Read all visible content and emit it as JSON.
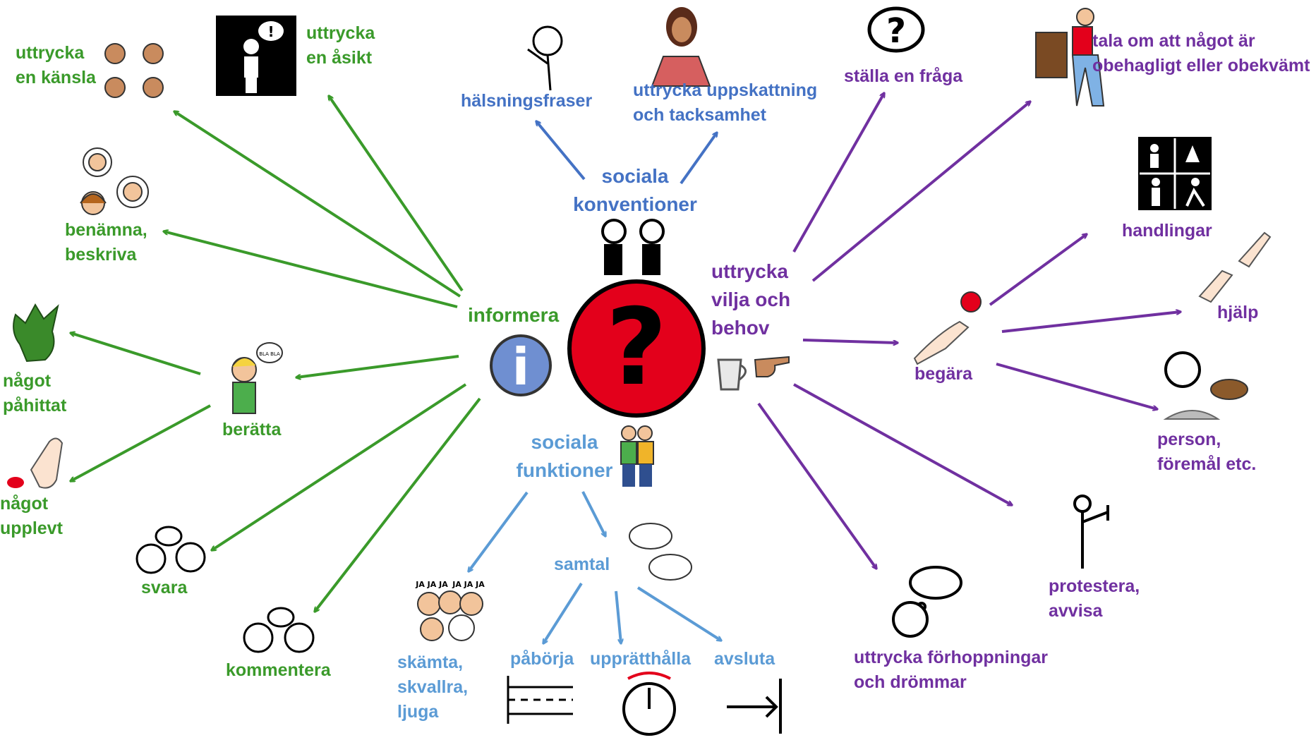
{
  "colors": {
    "green": "#3a9a2a",
    "blue": "#4472c4",
    "light_blue": "#5b9bd5",
    "purple": "#7030a0",
    "red": "#e3001b",
    "info_blue": "#6f8fd1"
  },
  "icons": [
    "question-mark-icon",
    "info-icon",
    "conversation-icon",
    "friends-icon",
    "cup-icon",
    "pointing-hand-icon",
    "hand-ball-icon",
    "emotion-faces-icon",
    "opinion-icon",
    "naming-icon",
    "dragon-icon",
    "storyteller-icon",
    "finger-press-icon",
    "answer-icon",
    "comment-icon",
    "greeting-icon",
    "thanks-icon",
    "question-bubble-icon",
    "uncomfortable-icon",
    "actions-icon",
    "help-hands-icon",
    "person-objects-icon",
    "protest-icon",
    "dream-icon",
    "laughing-kids-icon",
    "speech-bubbles-icon",
    "start-line-icon",
    "stopwatch-icon",
    "end-arrow-icon"
  ],
  "labels": {
    "informera": "informera",
    "sociala_konventioner": [
      "sociala",
      "konventioner"
    ],
    "sociala_funktioner": [
      "sociala",
      "funktioner"
    ],
    "uttrycka_vilja": [
      "uttrycka",
      "vilja och",
      "behov"
    ],
    "uttrycka_kansla": [
      "uttrycka",
      "en känsla"
    ],
    "uttrycka_asikt": [
      "uttrycka",
      "en åsikt"
    ],
    "benamna": [
      "benämna,",
      "beskriva"
    ],
    "berätta": "berätta",
    "nagot_pahittat": [
      "något",
      "påhittat"
    ],
    "nagot_upplevt": [
      "något",
      "upplevt"
    ],
    "svara": "svara",
    "kommentera": "kommentera",
    "halsningsfraser": "hälsningsfraser",
    "uppskattning": [
      "uttrycka uppskattning",
      "och tacksamhet"
    ],
    "stalla_fraga": "ställa en fråga",
    "obehagligt": [
      "tala om att något är",
      "obehagligt eller obekvämt"
    ],
    "handlingar": "handlingar",
    "begara": "begära",
    "hjalp": "hjälp",
    "person": [
      "person,",
      "föremål etc."
    ],
    "protestera": [
      "protestera,",
      "avvisa"
    ],
    "forhoppningar": [
      "uttrycka förhoppningar",
      "och drömmar"
    ],
    "samtal": "samtal",
    "skamta": [
      "skämta,",
      "skvallra,",
      "ljuga"
    ],
    "paborja": "påbörja",
    "uppratthalla": "upprätthålla",
    "avsluta": "avsluta"
  },
  "icon_text": {
    "opinion": "!",
    "bla": "BLA BLA",
    "bla_small": "BLA",
    "question": "?",
    "info": "i",
    "ja": "JA JA JA"
  }
}
